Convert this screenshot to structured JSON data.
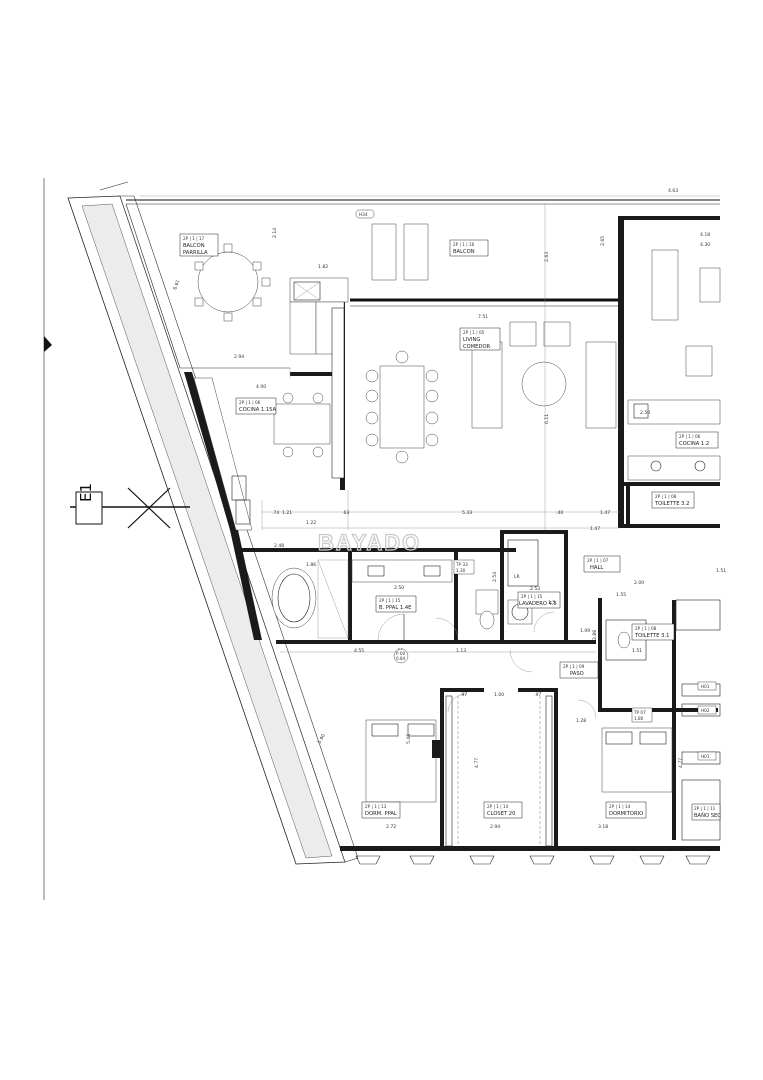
{
  "watermark": "BAYADO",
  "section_marker": "E1",
  "rooms": [
    {
      "id": "balcon_parrilla",
      "code": "2P | 1 | 17",
      "name": "BALCON",
      "name2": "PARRILLA"
    },
    {
      "id": "balcon",
      "code": "2P | 1 | 16",
      "name": "BALCON",
      "name2": ""
    },
    {
      "id": "living",
      "code": "2P | 1 | 05",
      "name": "LIVING",
      "name2": "COMEDOR"
    },
    {
      "id": "cocina",
      "code": "2P | 1 | 06",
      "name": "COCINA 1.15A",
      "name2": ""
    },
    {
      "id": "cocina2",
      "code": "2P | 1 | 06",
      "name": "COCINA 1.2",
      "name2": ""
    },
    {
      "id": "toilette32",
      "code": "2P | 1 | 08",
      "name": "TOILETTE 3.2",
      "name2": ""
    },
    {
      "id": "hall",
      "code": "2P | 1 | 07",
      "name": "HALL",
      "name2": ""
    },
    {
      "id": "bppal",
      "code": "2P | 1 | 15",
      "name": "B. PPAL 1.4E",
      "name2": ""
    },
    {
      "id": "lavadero",
      "code": "2P | 1 | 15",
      "name": "LAVADERO 4.5",
      "name2": ""
    },
    {
      "id": "toilette31",
      "code": "2P | 1 | 08",
      "name": "TOILETTE 3.1",
      "name2": ""
    },
    {
      "id": "paso",
      "code": "2P | 1 | 09",
      "name": "PASO",
      "name2": ""
    },
    {
      "id": "dormppal",
      "code": "2P | 1 | 13",
      "name": "DORM. PPAL",
      "name2": ""
    },
    {
      "id": "closet",
      "code": "2P | 1 | 14",
      "name": "CLOSET 20",
      "name2": ""
    },
    {
      "id": "dormitorio",
      "code": "2P | 1 | 14",
      "name": "DORMITORIO",
      "name2": ""
    },
    {
      "id": "banosec",
      "code": "2P | 1 | 11",
      "name": "BAÑO SEC",
      "name2": ""
    }
  ],
  "dimensions": {
    "d1": "1.82",
    "d2": "7.51",
    "d3": "2.94",
    "d4": "4.00",
    "d5": "5.33",
    "d6": "1.47",
    "d7": "1.47",
    "d8": "2.50",
    "d9": "1.21",
    "d10": "2.48",
    "d11": "1.86",
    "d12": "2.50",
    "d13": "4.55",
    "d14": "1.13",
    "d15": "1.00",
    "d16": "1.28",
    "d17": "2.72",
    "d18": "2.94",
    "d19": "3.18",
    "d20": "5.46",
    "d21": "4.77",
    "d22": "4.77",
    "d23": "2.14",
    "d24": "2.63",
    "d25": "6.11",
    "d26": "4.63",
    "d27": "1.55",
    "d28": "2.00",
    "d29": "2.88",
    "d30": "1.22",
    "d31": "1.09",
    "d32": "1.51",
    "d33": "5.90",
    "d34": "1.51",
    "d35": ".63",
    "d36": ".74",
    "d37": ".97",
    "d38": ".97",
    "d39": ".40",
    "d40": ".55",
    "d41": "4.30",
    "d42": "2.65",
    "d43": "6.61",
    "d44": "4.18"
  },
  "tags": {
    "t1": "H34",
    "t2": "H01",
    "t3": "H02",
    "t4": "H01",
    "t5": "TP 07",
    "t6": "1.80",
    "t7": "TP 33",
    "t8": "1.30",
    "t9": "P 00",
    "t10": "0.84",
    "t11": "LR",
    "t12": "2.54",
    "t13": "2.53",
    "t14": "1.5"
  }
}
